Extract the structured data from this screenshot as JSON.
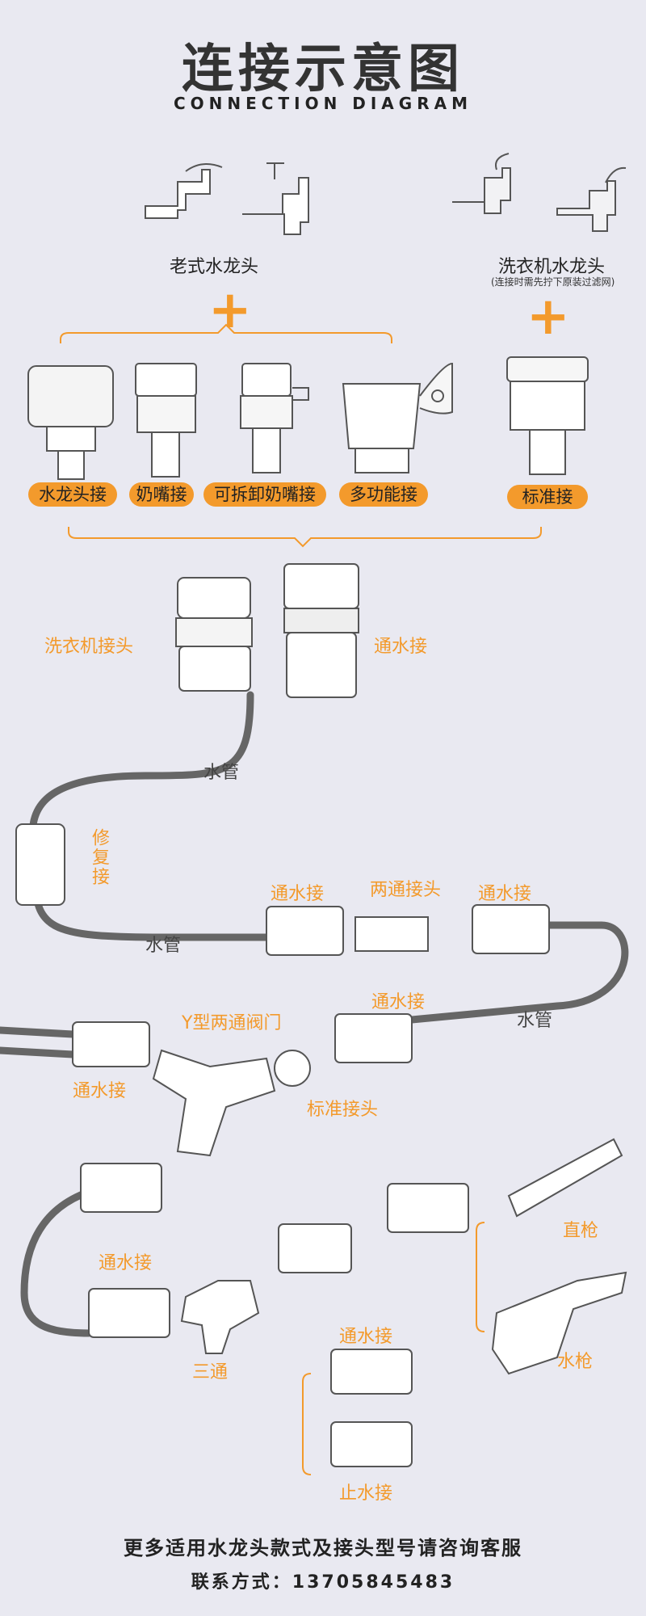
{
  "header": {
    "title": "连接示意图",
    "subtitle": "CONNECTION DIAGRAM"
  },
  "faucets": {
    "old_label": "老式水龙头",
    "washer_label": "洗衣机水龙头",
    "washer_note": "(连接时需先拧下原装过滤网)",
    "plus": "+"
  },
  "connectors": {
    "items": [
      "水龙头接",
      "奶嘴接",
      "可拆卸奶嘴接",
      "多功能接"
    ],
    "standard": "标准接"
  },
  "diagram": {
    "washer_connector": "洗衣机接头",
    "pass_connector_1": "通水接",
    "hose_1": "水管",
    "repair": "修复接",
    "hose_2": "水管",
    "pass_connector_2": "通水接",
    "two_way": "两通接头",
    "pass_connector_3": "通水接",
    "pass_connector_4": "通水接",
    "hose_3": "水管",
    "y_valve": "Y型两通阀门",
    "pass_connector_5": "通水接",
    "standard_joint": "标准接头",
    "pass_connector_6": "通水接",
    "tee": "三通",
    "pass_connector_7": "通水接",
    "stop_connector": "止水接",
    "straight_gun": "直枪",
    "water_gun": "水枪"
  },
  "footer": {
    "line1": "更多适用水龙头款式及接头型号请咨询客服",
    "line2": "联系方式：13705845483"
  },
  "colors": {
    "accent": "#f39a2c",
    "background": "#e9e9f1",
    "hose": "#666666"
  }
}
